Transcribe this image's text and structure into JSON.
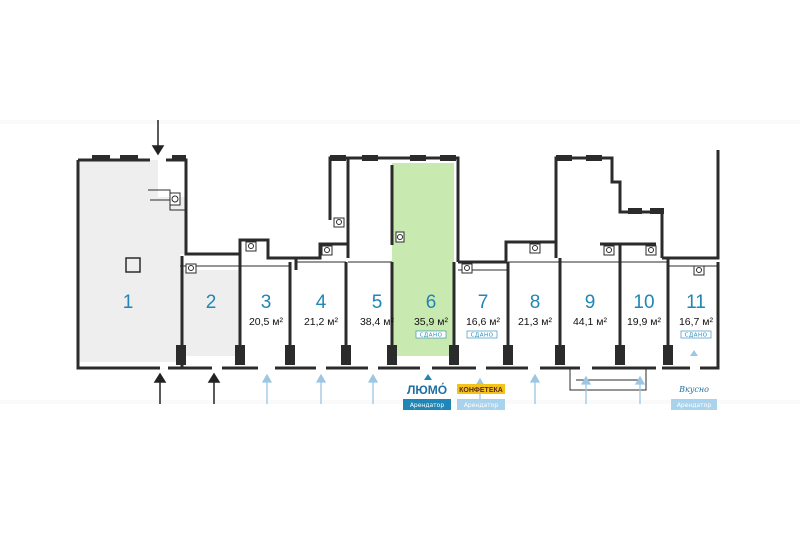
{
  "units": [
    {
      "number": "1",
      "area": "",
      "status": ""
    },
    {
      "number": "2",
      "area": "",
      "status": ""
    },
    {
      "number": "3",
      "area": "20,5 м²",
      "status": ""
    },
    {
      "number": "4",
      "area": "21,2 м²",
      "status": ""
    },
    {
      "number": "5",
      "area": "38,4 м²",
      "status": ""
    },
    {
      "number": "6",
      "area": "35,9 м²",
      "status": "СДАНО"
    },
    {
      "number": "7",
      "area": "16,6 м²",
      "status": "СДАНО"
    },
    {
      "number": "8",
      "area": "21,3 м²",
      "status": ""
    },
    {
      "number": "9",
      "area": "44,1 м²",
      "status": ""
    },
    {
      "number": "10",
      "area": "19,9 м²",
      "status": ""
    },
    {
      "number": "11",
      "area": "16,7 м²",
      "status": "СДАНО"
    }
  ],
  "tenants": [
    {
      "brand": "ЛЮМО́",
      "label": "Арендатор"
    },
    {
      "brand": "КОНФЕТЕКА",
      "label": "Арендатор"
    },
    {
      "brand": "Вкусно",
      "label": "Арендатор"
    }
  ],
  "colors": {
    "unit_number": "#1f86b7",
    "leased_fill": "#c8eab0",
    "common_fill": "#eeeeee",
    "entrance_arrow_main": "#222222",
    "entrance_arrow_unit": "#9cc6e2",
    "tenant_badge": "#1f86b7",
    "konfeteka_badge": "#f3c21b"
  },
  "icons": [
    "entrance-arrow-icon",
    "toilet-icon",
    "sink-icon",
    "column-icon",
    "tenant-pointer-icon"
  ]
}
